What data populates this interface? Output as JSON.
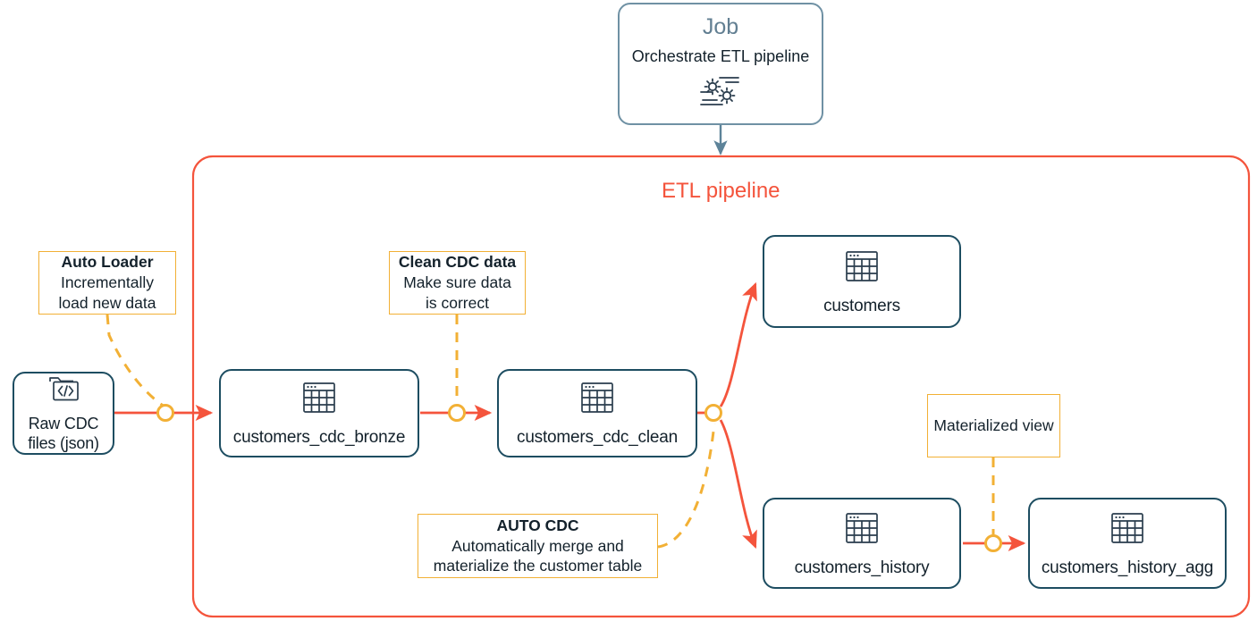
{
  "diagram": {
    "title": "Databricks ETL pipeline / Lakeflow declarative pipeline diagram",
    "colors": {
      "node_border": "#1d4d61",
      "node_text": "#13212b",
      "pipeline_accent": "#f4543c",
      "annotation_accent": "#f2b035",
      "job_border": "#6f91a4",
      "job_title": "#627f92"
    }
  },
  "job": {
    "title": "Job",
    "subtitle": "Orchestrate ETL pipeline",
    "icon": "gears-settings-icon"
  },
  "pipeline": {
    "label": "ETL pipeline"
  },
  "nodes": [
    {
      "id": "raw",
      "label": "Raw CDC",
      "label2": "files (json)",
      "icon": "folder-code-icon"
    },
    {
      "id": "bronze",
      "label": "customers_cdc_bronze",
      "icon": "table-icon"
    },
    {
      "id": "clean",
      "label": "customers_cdc_clean",
      "icon": "table-icon"
    },
    {
      "id": "customers",
      "label": "customers",
      "icon": "table-icon"
    },
    {
      "id": "history",
      "label": "customers_history",
      "icon": "table-icon"
    },
    {
      "id": "historyagg",
      "label": "customers_history_agg",
      "icon": "table-icon"
    }
  ],
  "annotations": [
    {
      "id": "auto-loader",
      "title": "Auto Loader",
      "lines": [
        "Incrementally",
        "load new data"
      ]
    },
    {
      "id": "clean-cdc-data",
      "title": "Clean CDC data",
      "lines": [
        "Make sure data",
        "is correct"
      ]
    },
    {
      "id": "auto-cdc",
      "title": "AUTO CDC",
      "lines": [
        "Automatically merge and",
        "materialize the customer table"
      ]
    },
    {
      "id": "materialized-view",
      "title": "",
      "lines": [
        "Materialized view"
      ]
    }
  ]
}
